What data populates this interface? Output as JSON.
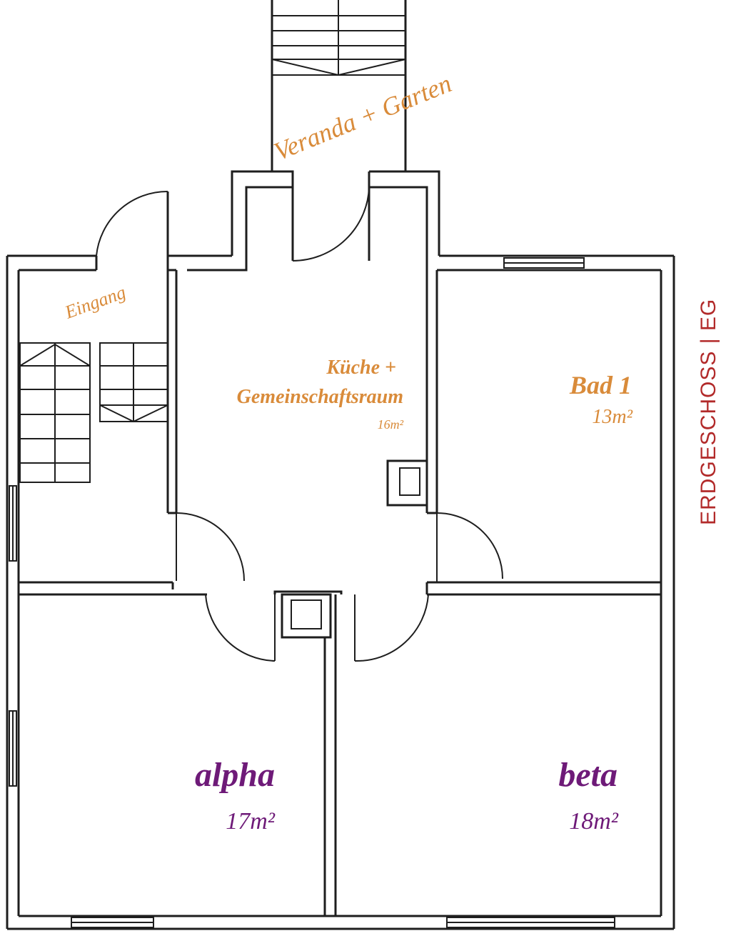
{
  "floor_label": "ERDGESCHOSS | EG",
  "colors": {
    "room_label_orange": "#d98b3a",
    "room_label_purple": "#6e1a78",
    "floor_label_red": "#b22a2a",
    "wall": "#1e1e1e"
  },
  "rooms": {
    "veranda": {
      "name": "Veranda + Garten"
    },
    "entrance": {
      "name": "Eingang"
    },
    "kitchen": {
      "name_line1": "Küche +",
      "name_line2": "Gemeinschaftsraum",
      "area": "16m²"
    },
    "bath": {
      "name": "Bad 1",
      "area": "13m²"
    },
    "alpha": {
      "name": "alpha",
      "area": "17m²"
    },
    "beta": {
      "name": "beta",
      "area": "18m²"
    }
  }
}
